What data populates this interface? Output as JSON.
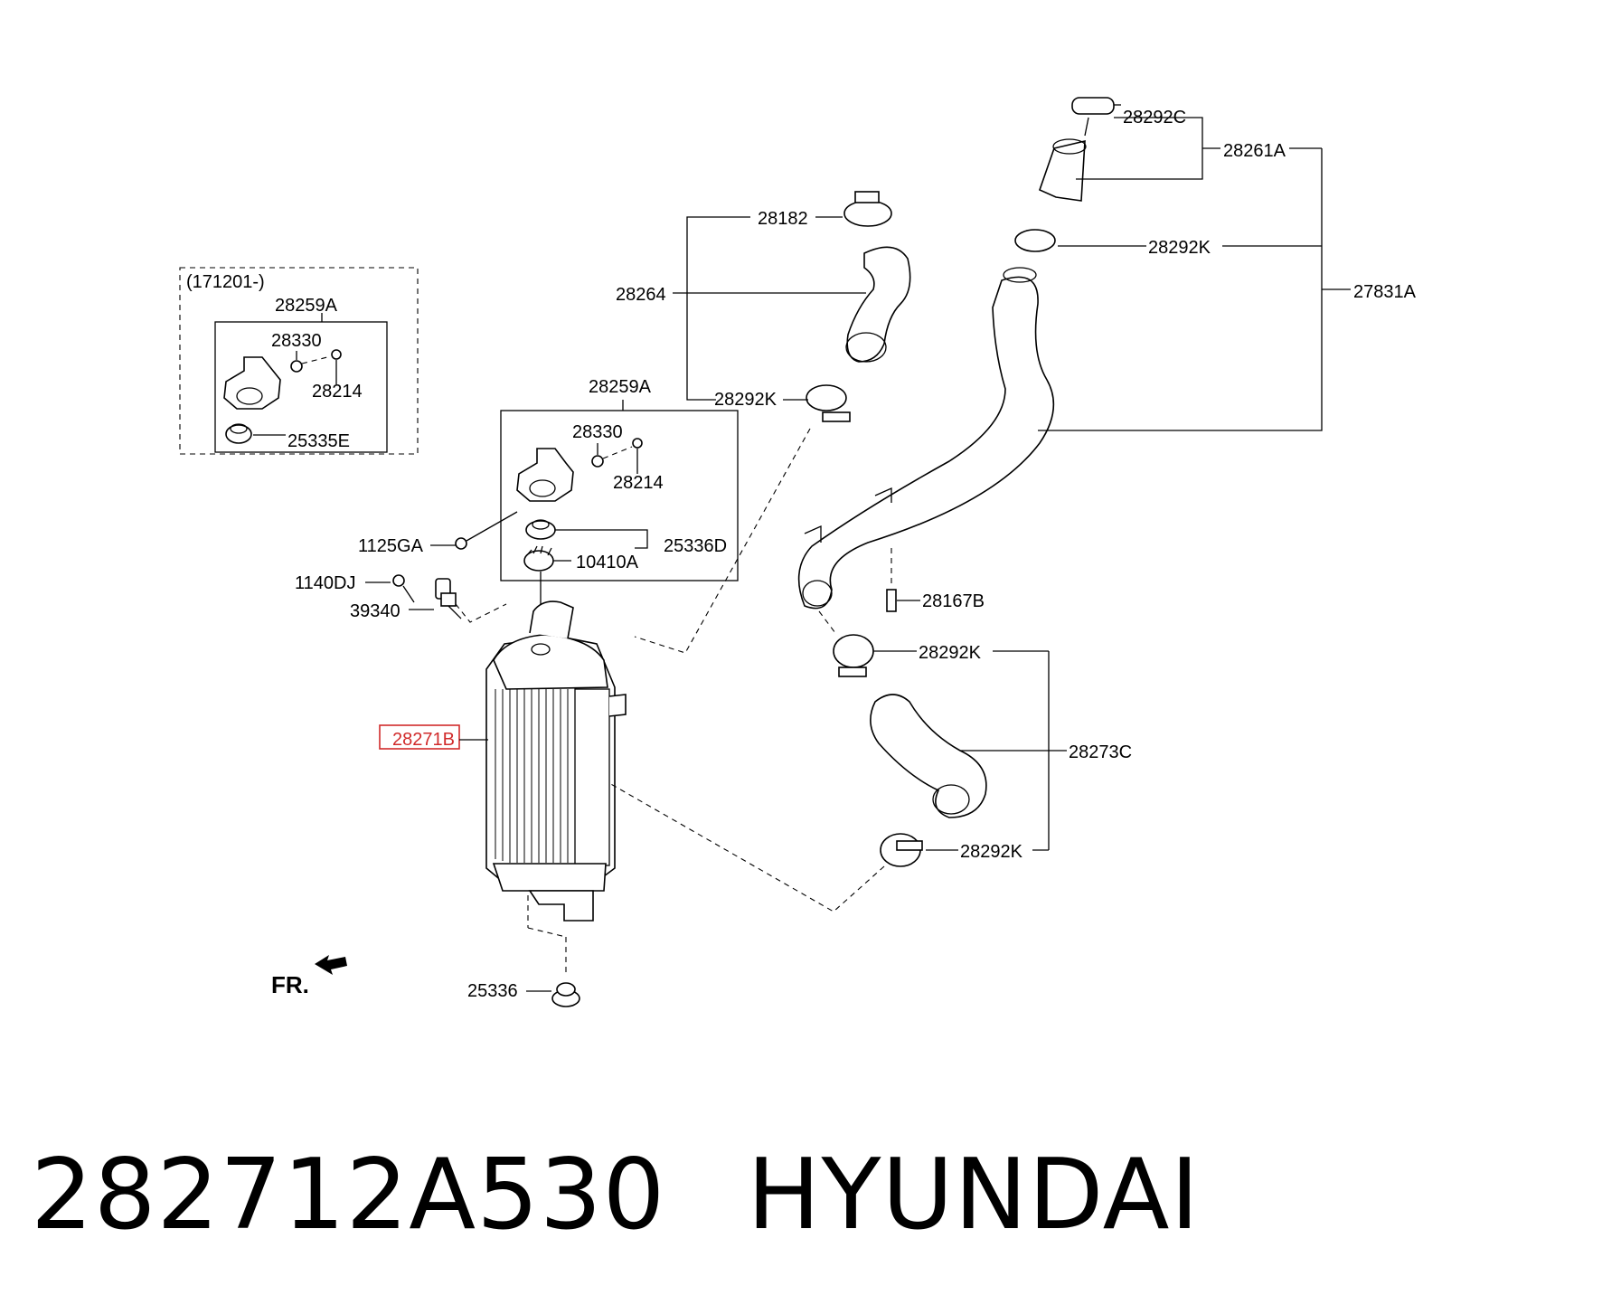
{
  "diagram": {
    "date_note": "(171201-)",
    "front_marker": "FR.",
    "highlight_color": "#d12b2b",
    "labels": {
      "inset_28259A": "28259A",
      "inset_28330": "28330",
      "inset_28214": "28214",
      "inset_25335E": "25335E",
      "l_28259A": "28259A",
      "l_28330": "28330",
      "l_28214": "28214",
      "l_1125GA": "1125GA",
      "l_25336D": "25336D",
      "l_10410A": "10410A",
      "l_1140DJ": "1140DJ",
      "l_39340": "39340",
      "l_28271B": "28271B",
      "l_25336": "25336",
      "l_28182": "28182",
      "l_28264": "28264",
      "l_28292K_a": "28292K",
      "l_28292C": "28292C",
      "l_28261A": "28261A",
      "l_28292K_b": "28292K",
      "l_27831A": "27831A",
      "l_28167B": "28167B",
      "l_28292K_c": "28292K",
      "l_28273C": "28273C",
      "l_28292K_d": "28292K"
    }
  },
  "footer": {
    "part_number": "282712A530",
    "brand": "HYUNDAI"
  }
}
